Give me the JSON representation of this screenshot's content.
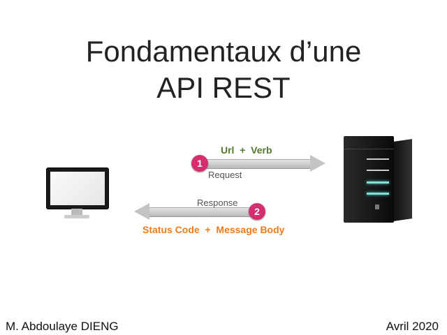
{
  "title": {
    "line1": "Fondamentaux d’une",
    "line2": "API REST"
  },
  "diagram": {
    "request_label": "Request",
    "request_detail": "Url  +  Verb",
    "request_step": "1",
    "response_label": "Response",
    "response_detail": "Status Code  +  Message Body",
    "response_step": "2",
    "colors": {
      "request_detail": "#4f7a2a",
      "response_detail": "#ef7a1a",
      "badge": "#d42e6e"
    }
  },
  "footer": {
    "author": "M. Abdoulaye DIENG",
    "date": "Avril 2020"
  }
}
